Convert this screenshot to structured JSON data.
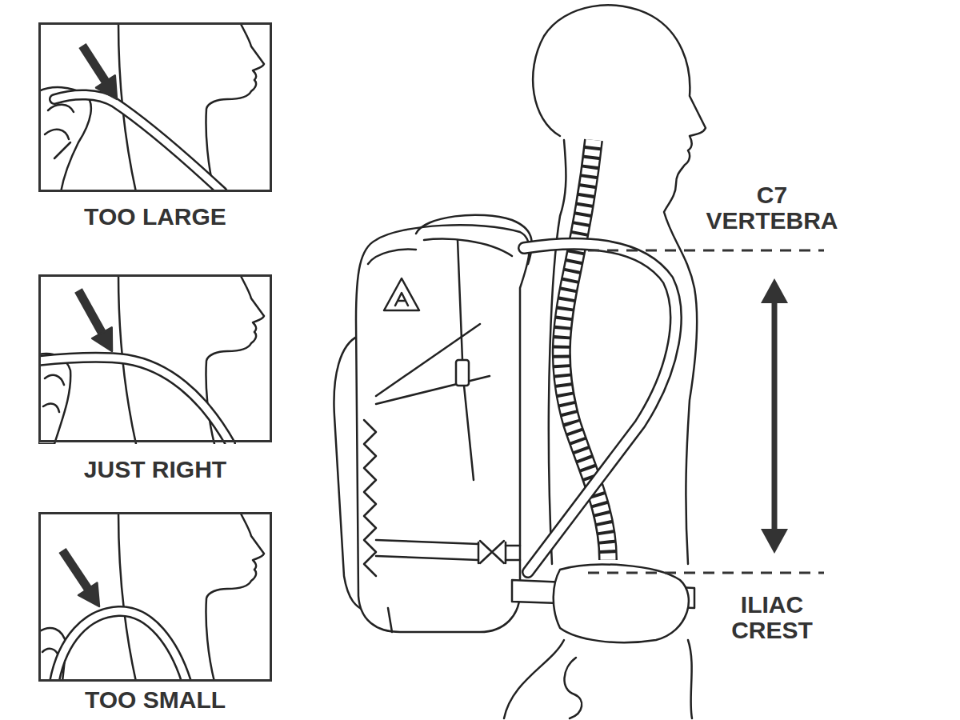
{
  "diagram": {
    "nodes": [
      {
        "text": [
          "TOO LARGE"
        ]
      },
      {
        "text": [
          "JUST RIGHT"
        ]
      },
      {
        "text": [
          "TOO SMALL"
        ]
      }
    ],
    "labels": [
      "C7 VERTEBRA",
      "ILIAC CREST"
    ]
  }
}
